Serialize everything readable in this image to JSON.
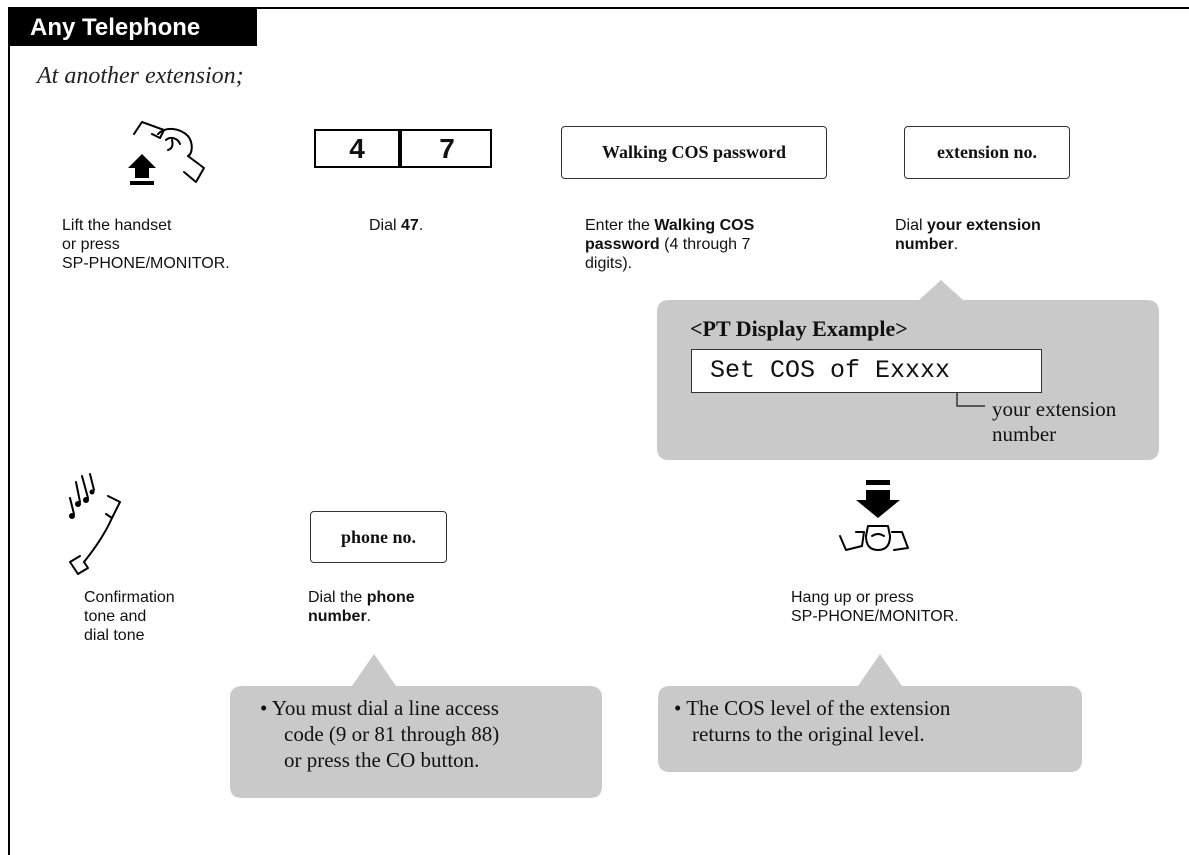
{
  "header": {
    "title": "Any Telephone",
    "subtitle": "At another extension;"
  },
  "steps": {
    "lift": {
      "line1": "Lift the handset",
      "line2": "or press",
      "line3": "SP-PHONE/MONITOR."
    },
    "dial47": {
      "keys": [
        "4",
        "7"
      ],
      "pre": "Dial ",
      "bold": "47",
      "post": "."
    },
    "walking": {
      "box": "Walking COS password",
      "pre": "Enter the ",
      "bold1": "Walking COS",
      "bold2": "password",
      "post1": " (4 through 7",
      "post2": "digits)."
    },
    "extension": {
      "box": "extension no.",
      "pre": "Dial ",
      "bold1": "your extension",
      "bold2": "number",
      "post": "."
    },
    "confirm": {
      "line1": "Confirmation",
      "line2": "tone and",
      "line3": "dial tone"
    },
    "phone": {
      "box": "phone no.",
      "pre": "Dial the ",
      "bold1": "phone",
      "bold2": "number",
      "post": "."
    },
    "hangup": {
      "line1": "Hang up or press",
      "line2": "SP-PHONE/MONITOR."
    }
  },
  "display": {
    "heading": "<PT Display Example>",
    "screen": "Set COS of Exxxx",
    "note1": "your extension",
    "note2": "number"
  },
  "notes": {
    "access": [
      "• You must dial a line access",
      "code (9 or 81 through 88)",
      "or press the CO button."
    ],
    "cos": [
      "• The COS level of the extension",
      "returns to the original level."
    ]
  },
  "colors": {
    "callout": "#c9c9c9",
    "header_bg": "#000000"
  },
  "icons": [
    "lift-handset-icon",
    "confirmation-tone-icon",
    "hang-up-icon"
  ]
}
